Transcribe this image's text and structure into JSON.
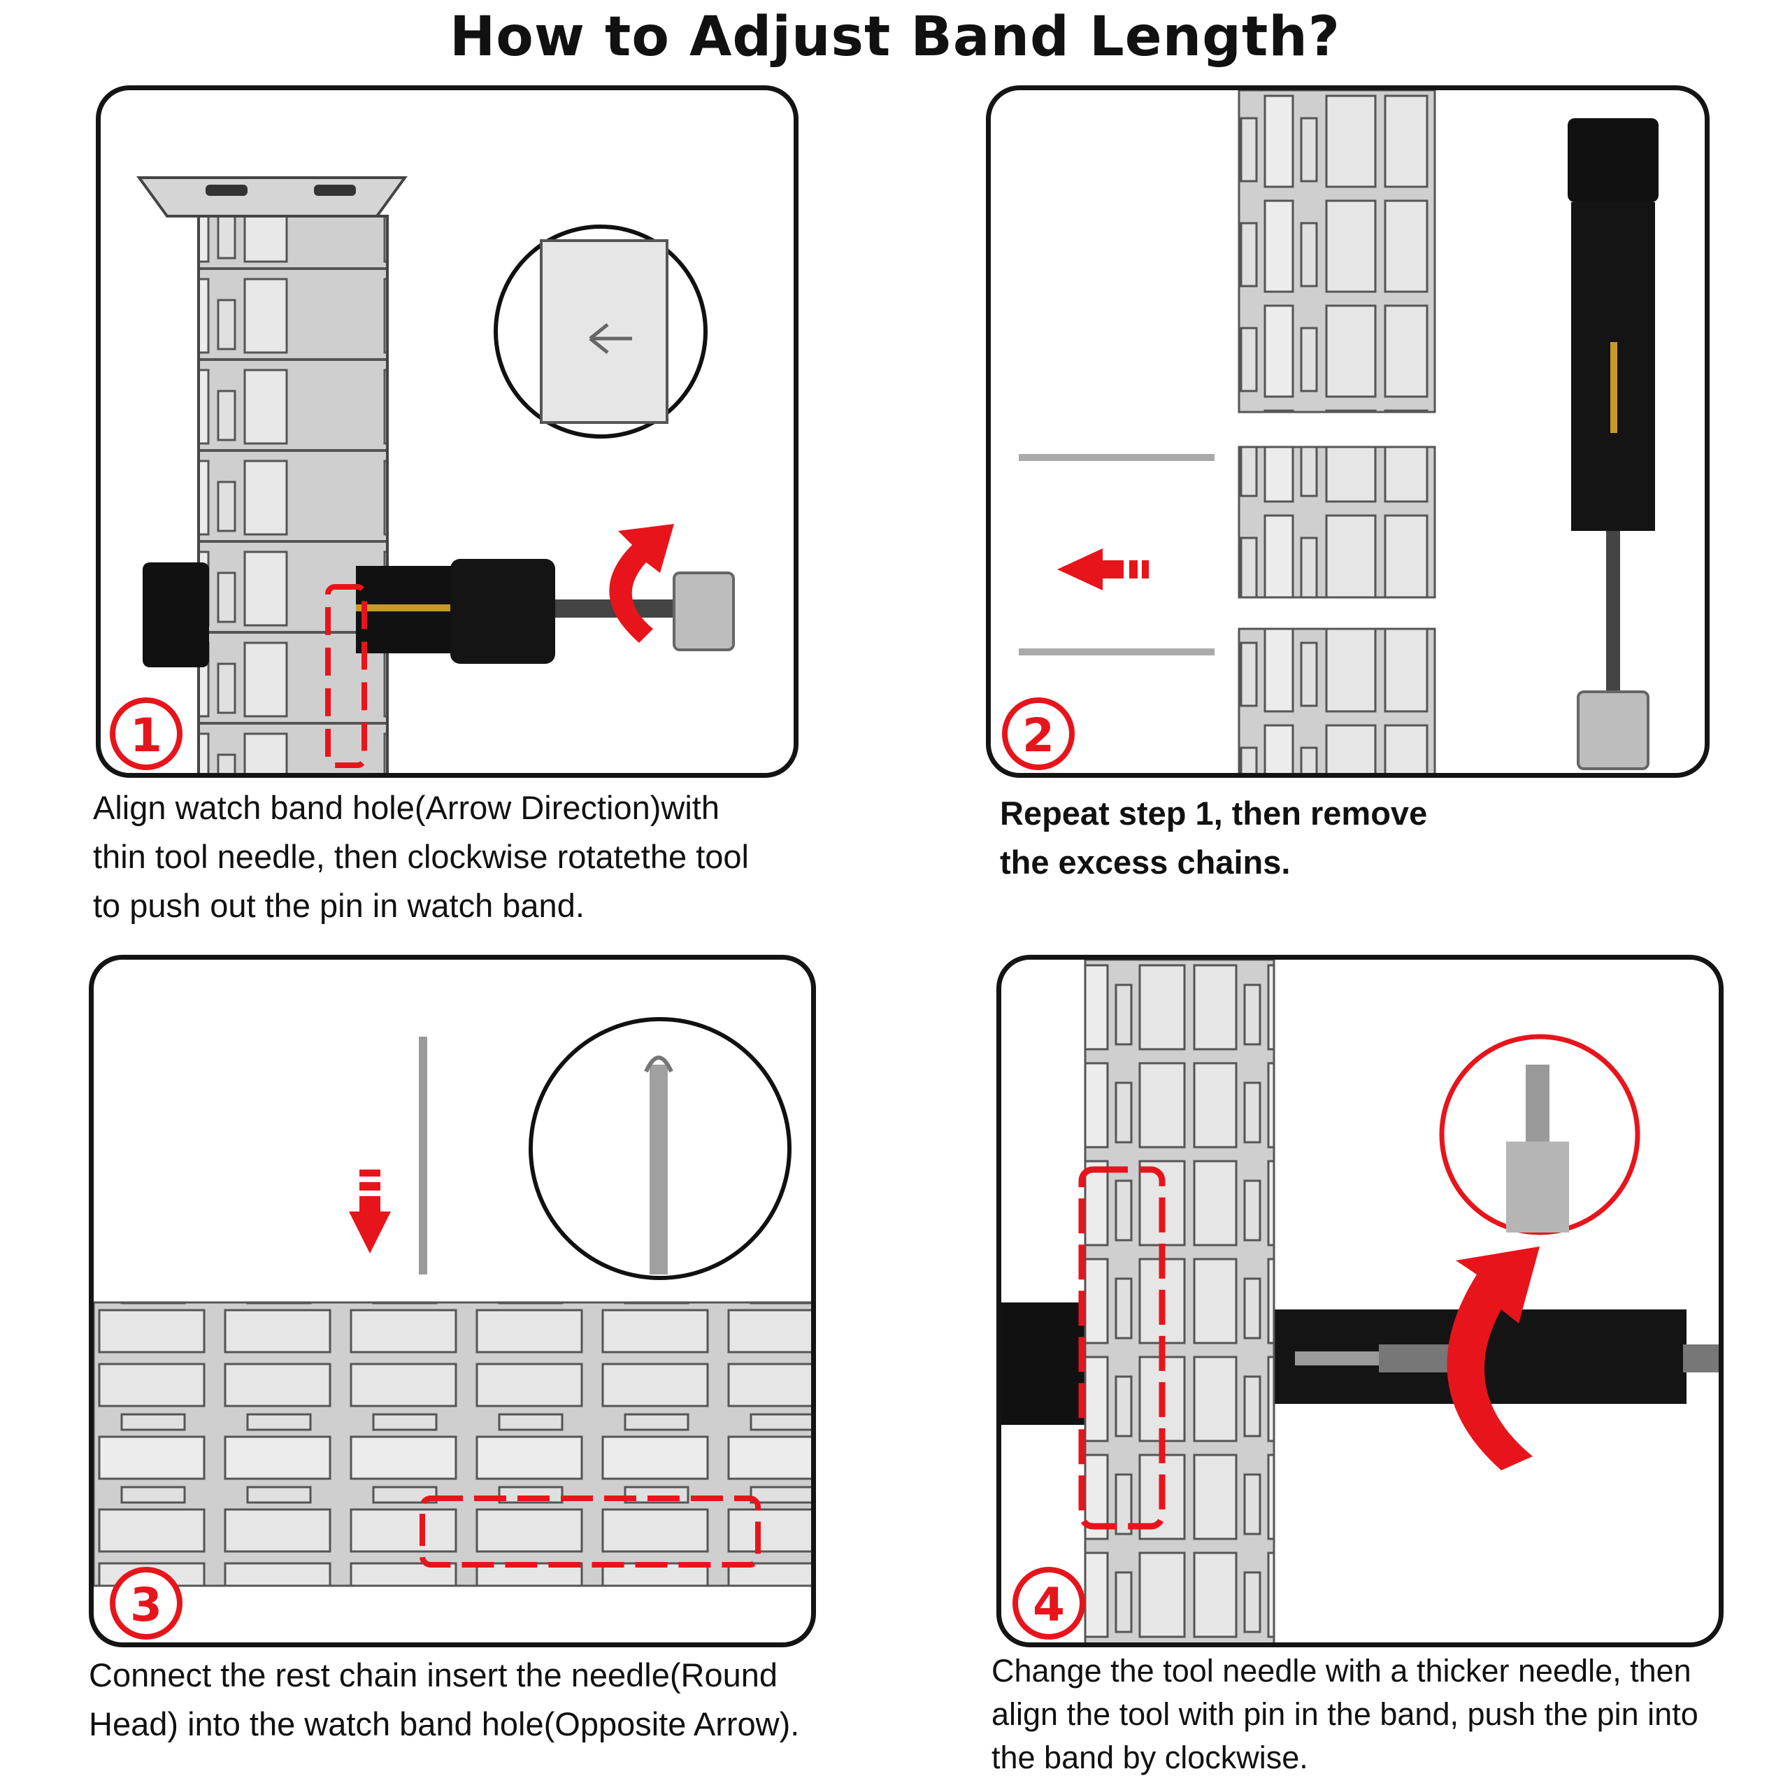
{
  "title": "How to Adjust Band Length?",
  "steps": [
    {
      "number": "1",
      "caption": [
        "Align watch band hole(Arrow Direction)with",
        "thin tool needle, then clockwise rotatethe tool",
        "to push out the pin in watch band."
      ]
    },
    {
      "number": "2",
      "caption": [
        "Repeat step 1, then remove",
        "the excess chains."
      ]
    },
    {
      "number": "3",
      "caption": [
        "Connect the rest chain insert the needle(Round",
        "Head) into the watch band hole(Opposite Arrow)."
      ]
    },
    {
      "number": "4",
      "caption": [
        "Change the tool needle with a thicker needle, then",
        "align the tool with pin in the band, push the pin into",
        "the band by clockwise."
      ]
    }
  ],
  "colors": {
    "accent": "#e8141b",
    "outline": "#141414",
    "metal": "#d9d9d9",
    "tool": "#111111",
    "brass": "#c79a2a"
  },
  "icons": [
    "arrow-icon",
    "curved-arrow-icon",
    "magnifier-icon"
  ]
}
